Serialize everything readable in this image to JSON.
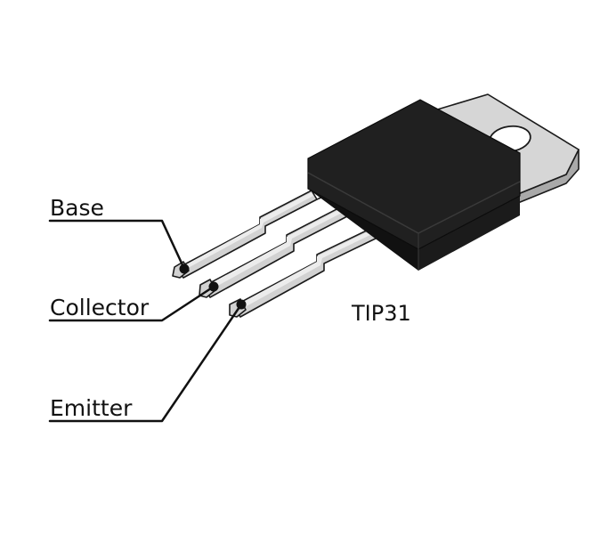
{
  "labels": {
    "base": "Base",
    "collector": "Collector",
    "emitter": "Emitter",
    "part_number": "TIP31"
  },
  "colors": {
    "body": "#1e1e1e",
    "body_top": "#2a2a2a",
    "leads": "#d2d2d2",
    "tab": "#d6d6d6",
    "lines": "#111111"
  }
}
